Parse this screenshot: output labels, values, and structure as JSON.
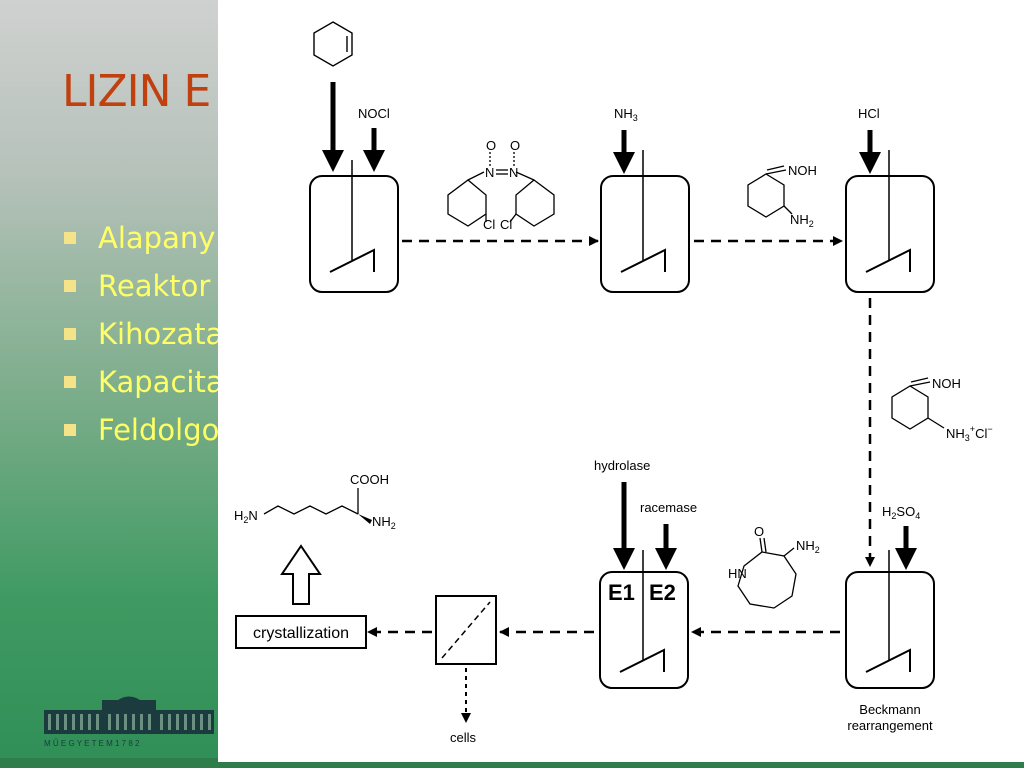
{
  "slide": {
    "title": "LIZIN E",
    "bullets": [
      "Alapany",
      "Reaktor",
      "Kihozata",
      "Kapacita",
      "Feldolgo"
    ],
    "logo_caption": "M Ű E G Y E T E M  1 7 8 2"
  },
  "diagram": {
    "reagents": {
      "nocl": "NOCl",
      "nh3": "NH",
      "nh3_sub": "3",
      "hcl": "HCl",
      "h2so4_h": "H",
      "h2so4_sub2": "2",
      "h2so4_so": "SO",
      "h2so4_sub4": "4",
      "hydrolase": "hydrolase",
      "racemase": "racemase"
    },
    "structures": {
      "dimer_o_left": "O",
      "dimer_o_right": "O",
      "dimer_n_left": "N",
      "dimer_n_right": "N",
      "dimer_cl_left": "Cl",
      "dimer_cl_right": "Cl",
      "oxime1_noh": "NOH",
      "oxime1_nh2": "NH",
      "oxime1_nh2_sub": "2",
      "oxime2_noh": "NOH",
      "oxime2_nh3": "NH",
      "oxime2_nh3_sub": "3",
      "oxime2_plus": "+",
      "oxime2_cl": "Cl",
      "oxime2_minus": "−",
      "lactam_o": "O",
      "lactam_hn": "HN",
      "lactam_nh2": "NH",
      "lactam_nh2_sub": "2",
      "lysine_cooh": "COOH",
      "lysine_h2n_h": "H",
      "lysine_h2n_sub": "2",
      "lysine_h2n_n": "N",
      "lysine_nh2": "NH",
      "lysine_nh2_sub": "2"
    },
    "enzymes": {
      "e1": "E1",
      "e2": "E2"
    },
    "labels": {
      "crystallization": "crystallization",
      "cells": "cells",
      "beckmann_line1": "Beckmann",
      "beckmann_line2": "rearrangement"
    }
  }
}
